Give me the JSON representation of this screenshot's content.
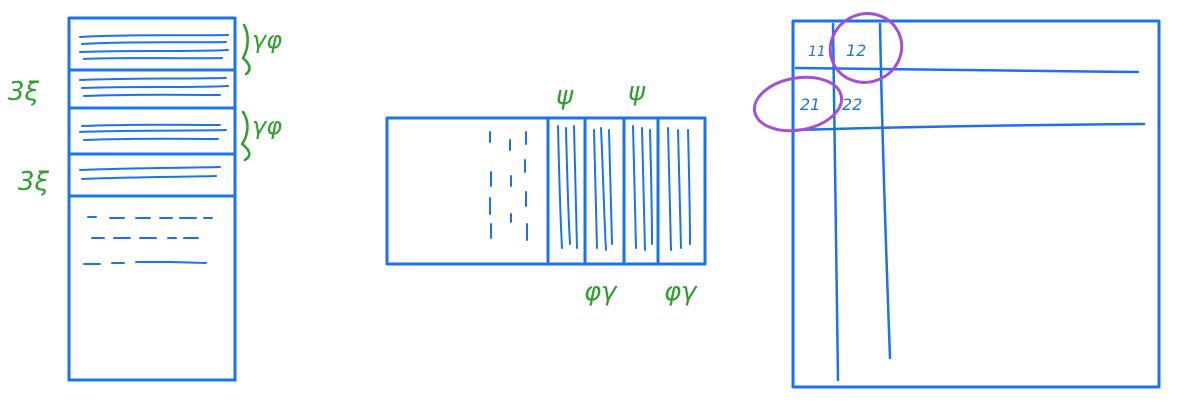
{
  "colors": {
    "blue": "#1a73e8",
    "green": "#2e9e2e",
    "purple": "#a64fd6",
    "background": "#ffffff"
  },
  "left_sketch": {
    "band_labels_right": [
      "γφ",
      "γφ"
    ],
    "band_labels_left": [
      "3ξ",
      "3ξ"
    ]
  },
  "middle_sketch": {
    "column_labels_top": [
      "ψ",
      "ψ"
    ],
    "column_labels_bottom": [
      "φγ",
      "φγ"
    ]
  },
  "right_sketch": {
    "cell_labels": [
      "11",
      "12",
      "21",
      "22"
    ],
    "circled_cells": [
      "12",
      "21"
    ]
  }
}
